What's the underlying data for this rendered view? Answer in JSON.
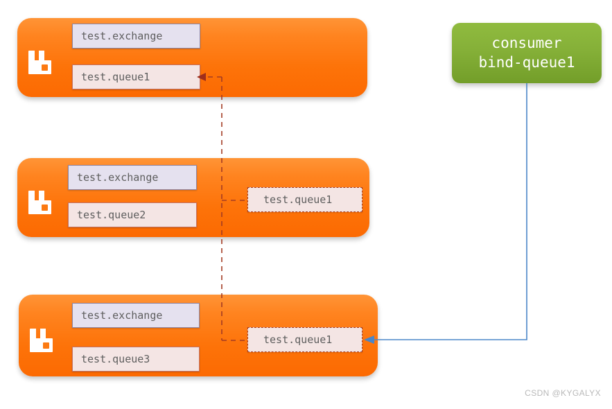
{
  "diagram": {
    "title": "RabbitMQ mirrored queue binding diagram",
    "colors": {
      "node_orange_top": "#ff9436",
      "node_orange_bottom": "#fc6a02",
      "consumer_green_top": "#90bb3f",
      "consumer_green_bottom": "#739e29",
      "exchange_fill": "#e5e1ef",
      "exchange_border": "#8b86a8",
      "queue_fill": "#f4e5e4",
      "queue_border": "#c3746a",
      "ghost_border": "#a33b23",
      "dashed_wire": "#a33b23",
      "blue_wire": "#4a86c8",
      "watermark": "#b9b9b9"
    },
    "nodes": [
      {
        "id": "node-1",
        "logo": "rabbitmq-logo",
        "exchange": "test.exchange",
        "queue": "test.queue1",
        "ghost_queue": null
      },
      {
        "id": "node-2",
        "logo": "rabbitmq-logo",
        "exchange": "test.exchange",
        "queue": "test.queue2",
        "ghost_queue": "test.queue1"
      },
      {
        "id": "node-3",
        "logo": "rabbitmq-logo",
        "exchange": "test.exchange",
        "queue": "test.queue3",
        "ghost_queue": "test.queue1"
      }
    ],
    "consumer": {
      "line1": "consumer",
      "line2": "bind-queue1"
    },
    "watermark": "CSDN @KYGALYX"
  }
}
